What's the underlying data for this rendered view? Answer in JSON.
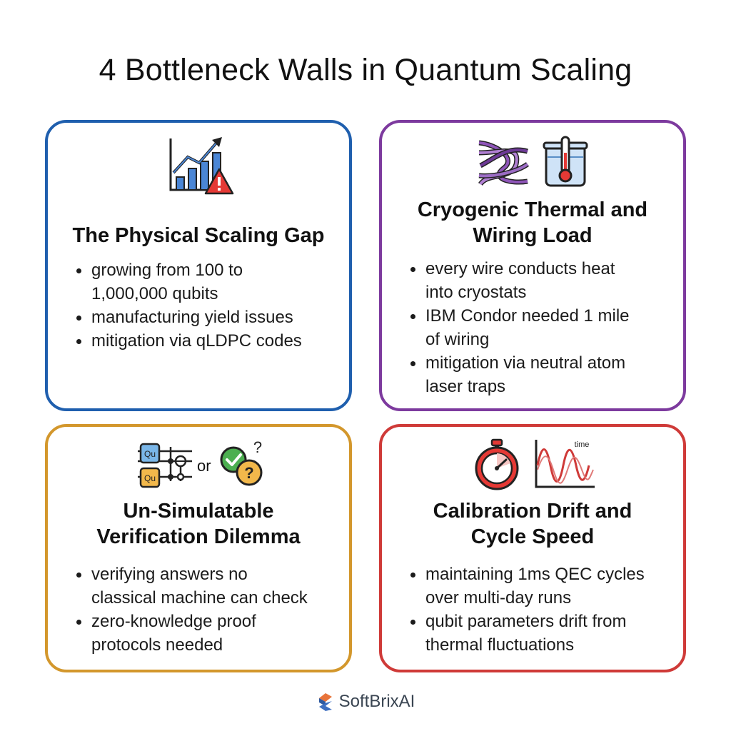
{
  "title": "4 Bottleneck Walls in Quantum Scaling",
  "cards": [
    {
      "title_lines": [
        "The Physical Scaling Gap"
      ],
      "bullets": [
        [
          "growing from 100 to",
          "1,000,000 qubits"
        ],
        [
          "manufacturing yield issues"
        ],
        [
          "mitigation via qLDPC codes"
        ]
      ],
      "icons": [
        "growth-chart-icon",
        "warning-icon"
      ],
      "color": "#1f5fae"
    },
    {
      "title_lines": [
        "Cryogenic Thermal and",
        "Wiring Load"
      ],
      "bullets": [
        [
          "every wire conducts heat",
          "into cryostats"
        ],
        [
          "IBM Condor needed 1 mile",
          "of wiring"
        ],
        [
          "mitigation via neutral atom",
          "laser traps"
        ]
      ],
      "icons": [
        "tangled-wires-icon",
        "cryostat-thermometer-icon"
      ],
      "color": "#7d3a9e"
    },
    {
      "title_lines": [
        "Un-Simulatable",
        "Verification Dilemma"
      ],
      "bullets": [
        [
          "verifying answers no",
          "classical machine can check"
        ],
        [
          "zero-knowledge proof",
          "protocols needed"
        ]
      ],
      "icons": [
        "quantum-circuit-icon",
        "check-question-icon"
      ],
      "connector": "or",
      "qubit_label": "Qu",
      "color": "#d3972c"
    },
    {
      "title_lines": [
        "Calibration Drift and",
        "Cycle Speed"
      ],
      "bullets": [
        [
          "maintaining 1ms QEC cycles",
          "over multi-day runs"
        ],
        [
          "qubit parameters drift from",
          "thermal fluctuations"
        ]
      ],
      "icons": [
        "stopwatch-icon",
        "drift-waveform-icon"
      ],
      "axis_label": "time",
      "color": "#cf3a38"
    }
  ],
  "brand": {
    "name": "SoftBrixAI",
    "logo": "softbrix-logo-icon"
  }
}
